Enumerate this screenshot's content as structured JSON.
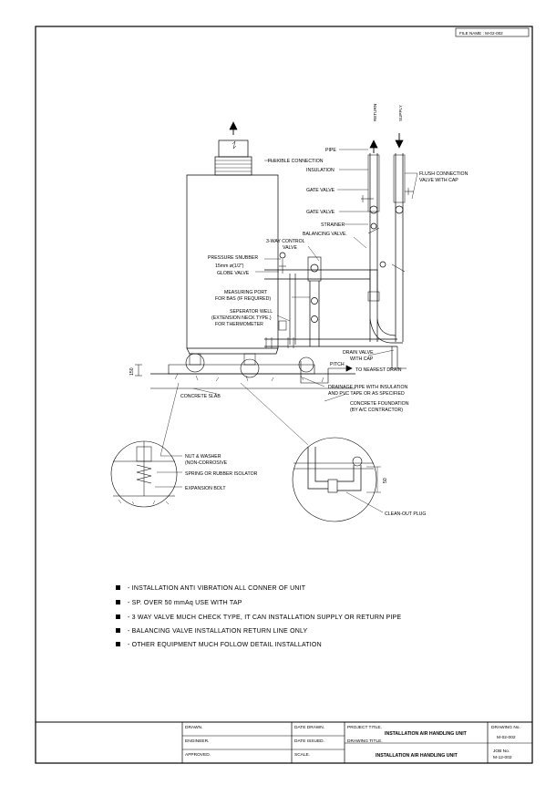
{
  "file_name": "FILE NAME : M-02-002",
  "pipe_labels": {
    "return": "RETURN",
    "supply": "SUPPLY"
  },
  "callouts": {
    "pipe": "PIPE",
    "flexible_connection": "FLEXIBLE CONNECTION",
    "insulation": "INSULATION",
    "flush_connection_1": "FLUSH CONNECTION",
    "flush_connection_2": "VALVE WITH CAP",
    "gate_valve_1": "GATE VALVE",
    "gate_valve_2": "GATE VALVE",
    "strainer": "STRAINER",
    "balancing_valve": "BALANCING VALVE.",
    "three_way_1": "3-WAY CONTROL",
    "three_way_2": "VALVE",
    "pressure_snubber": "PRESSURE SNUBBER",
    "size": "15mm ø(1/2\")",
    "globe_valve": "GLOBE VALVE",
    "measuring_port_1": "MEASURING PORT",
    "measuring_port_2": "FOR BAS (IF REQUIRED)",
    "separator_1": "SEPERATOR WELL",
    "separator_2": "(EXTENSION NECK TYPE.)",
    "separator_3": "FOR THERMOMETER",
    "drain_valve_1": "DRAIN VALVE",
    "drain_valve_2": "WITH CAP",
    "pitch": "PITCH",
    "to_drain": "TO NEAREST DRAIN",
    "dim_150": "150",
    "concrete_slab": "CONCRETE SLAB",
    "drainage_1": "DRAINAGE PIPE WITH INSULATION",
    "drainage_2": "AND PVC TAPE OR AS SPECIFIED",
    "foundation_1": "CONCRETE FOUNDATION",
    "foundation_2": "(BY A/C CONTRACTOR)",
    "nut_1": "NUT & WASHER",
    "nut_2": "(NON-CORROSIVE",
    "spring": "SPRING OR RUBBER ISOLATOR",
    "expansion": "EXPANSION BOLT",
    "dim_50": "50",
    "cleanout": "CLEAN-OUT PLUG"
  },
  "notes": [
    "- INSTALLATION ANTI VIBRATION ALL CONNER OF UNIT",
    "- SP. OVER 50 mmAq USE WITH TAP",
    "- 3 WAY VALVE MUCH CHECK TYPE, IT CAN INSTALLATION SUPPLY OR RETURN PIPE",
    "- BALANCING VALVE INSTALLATION RETURN LINE ONLY",
    "- OTHER EQUIPMENT MUCH FOLLOW DETAIL INSTALLATION"
  ],
  "title_block": {
    "drawn": "DRAWN.",
    "date_drawn": "DATE DRAWN.",
    "project_title": "PROJECT TITLE.",
    "project_value": "INSTALLATION AIR HANDLING UNIT",
    "drawing_no_label": "DRAWING No.",
    "drawing_no": "M-02-002",
    "engineer": "ENGINEER.",
    "date_issued": "DATE ISSUED.",
    "drawing_title": "DRAWING TITLE.",
    "approved": "APPROVED.",
    "scale": "SCALE.",
    "title_value": "INSTALLATION AIR HANDLING UNIT",
    "job_no_label": "JOB No.",
    "job_no": "M-12-002"
  }
}
